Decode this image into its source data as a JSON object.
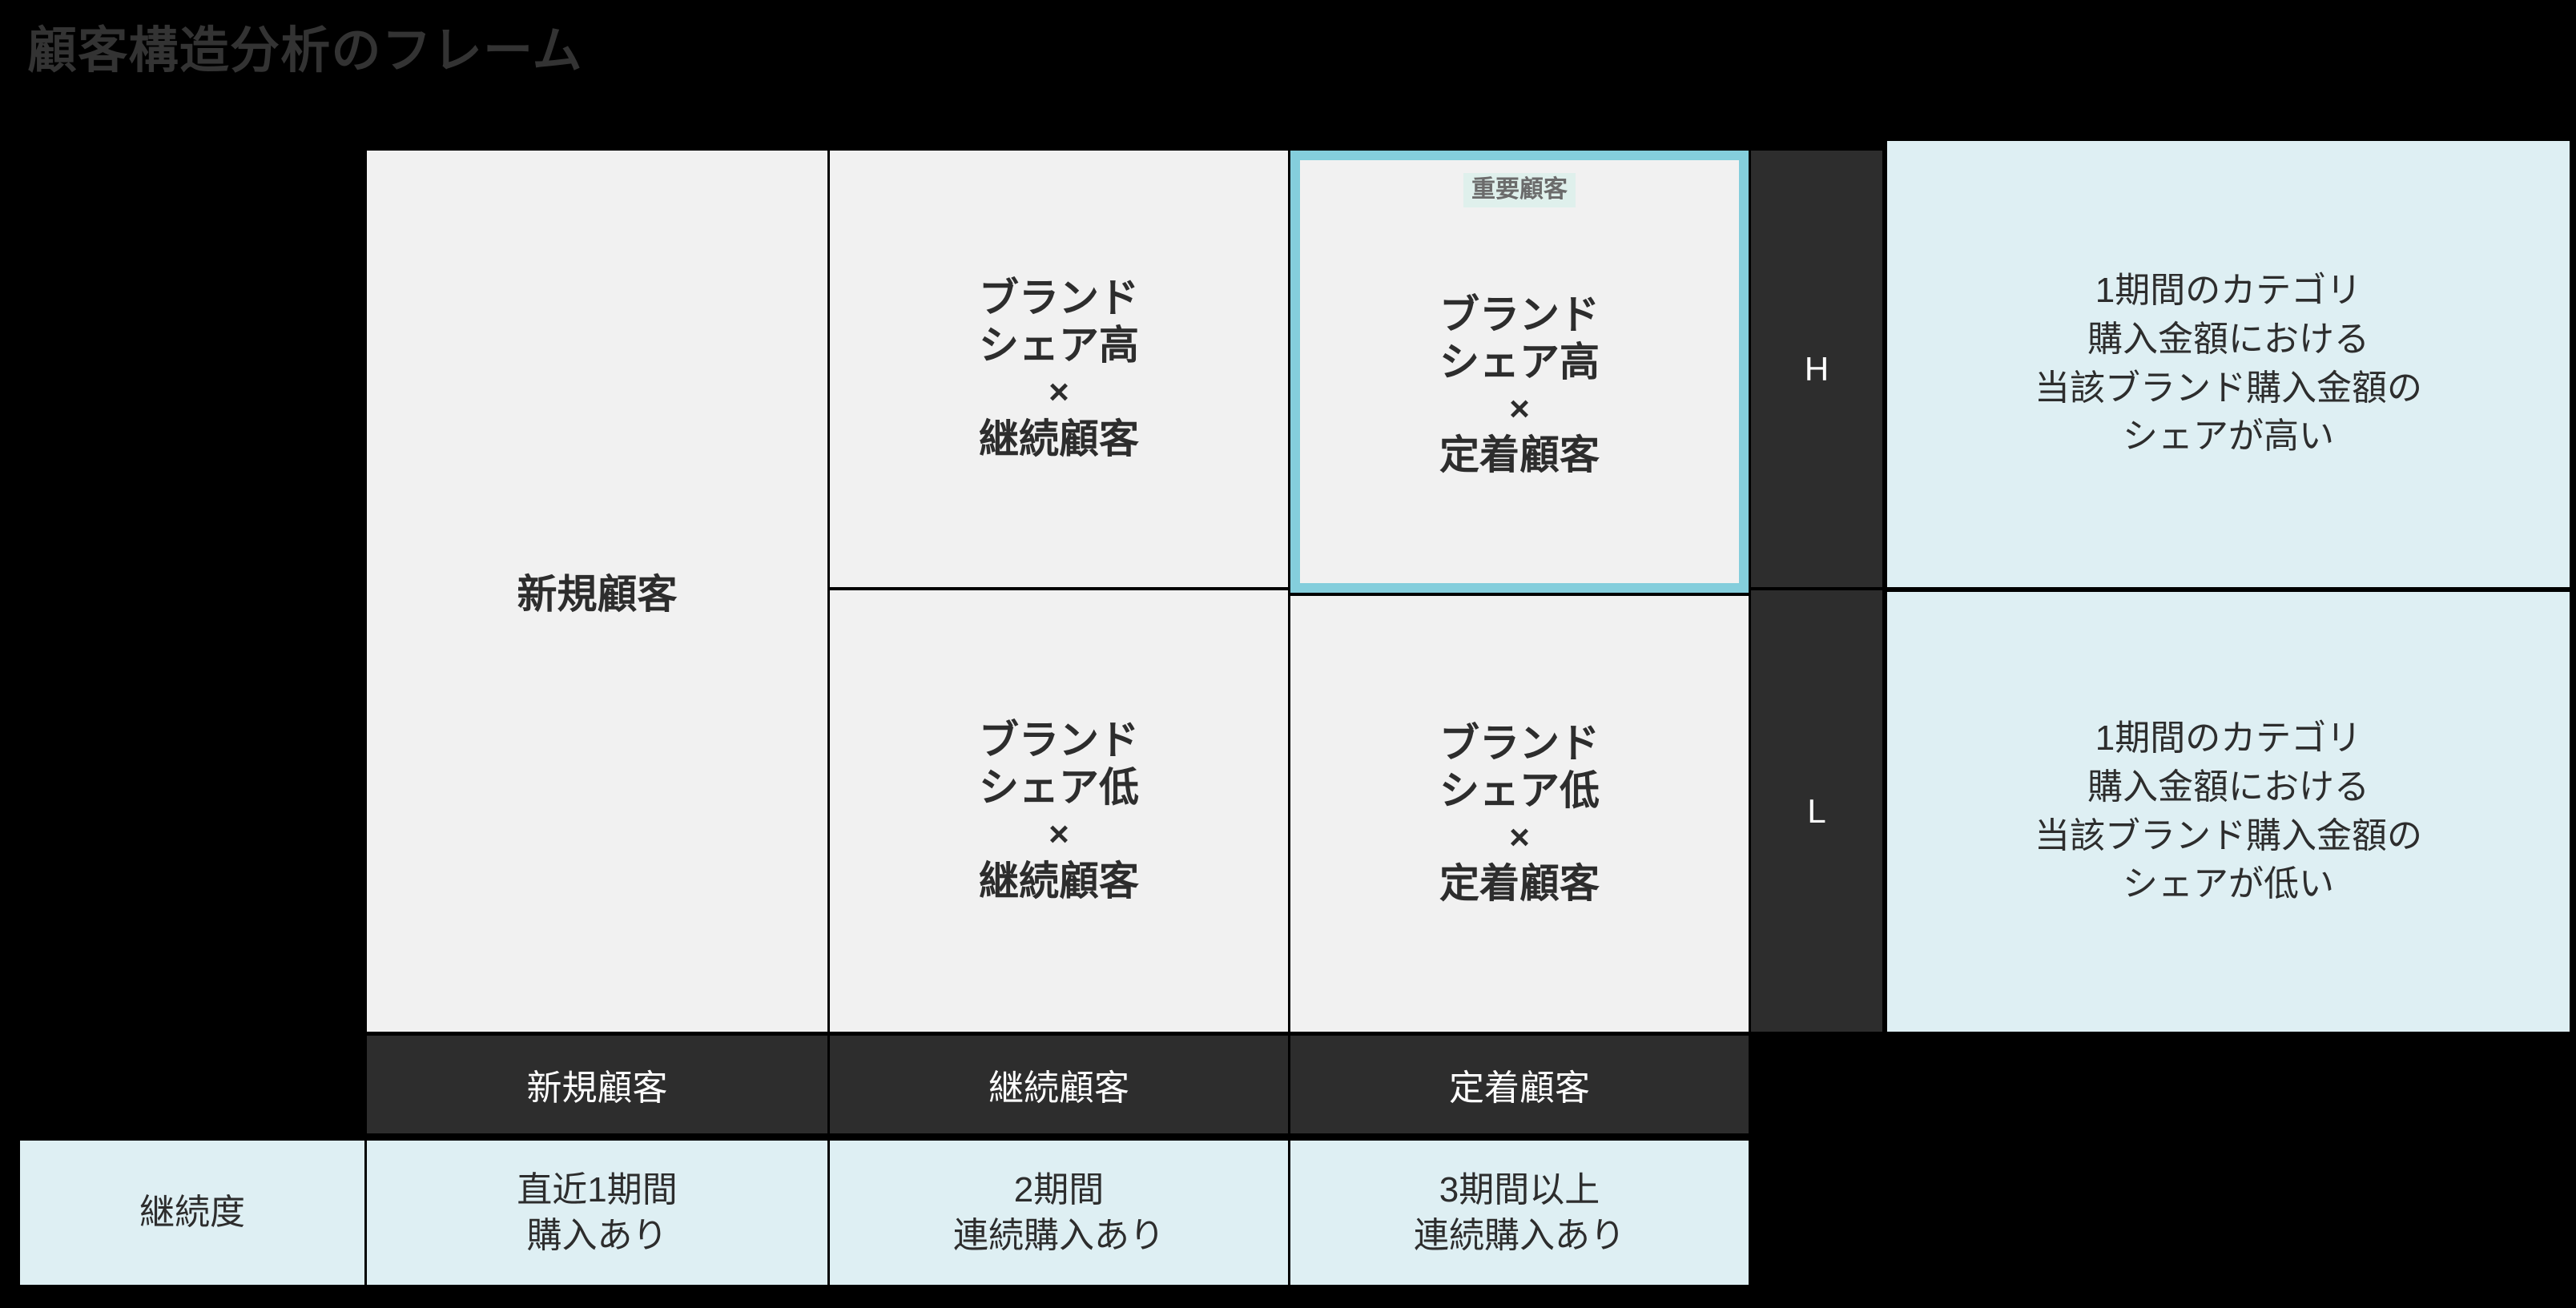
{
  "title": "顧客構造分析のフレーム",
  "colors": {
    "background": "#000000",
    "cell": "#F1F1F1",
    "dark": "#2D2D2D",
    "info_panel": "#DEEFF3",
    "highlight_border": "#84CEDC",
    "badge_bg": "#DFF0EC",
    "badge_text": "#6B6B6B",
    "text": "#2D2D2D",
    "title_text": "#333333"
  },
  "matrix": {
    "new_customer_cell": "新規顧客",
    "cells": {
      "high_continuing": {
        "l1": "ブランド",
        "l2": "シェア高",
        "times": "×",
        "l3": "継続顧客"
      },
      "high_loyal": {
        "badge": "重要顧客",
        "l1": "ブランド",
        "l2": "シェア高",
        "times": "×",
        "l3": "定着顧客"
      },
      "low_continuing": {
        "l1": "ブランド",
        "l2": "シェア低",
        "times": "×",
        "l3": "継続顧客"
      },
      "low_loyal": {
        "l1": "ブランド",
        "l2": "シェア低",
        "times": "×",
        "l3": "定着顧客"
      }
    },
    "share_axis": {
      "high_label": "H",
      "low_label": "L"
    },
    "share_descriptions": {
      "high": {
        "l1": "1期間のカテゴリ",
        "l2": "購入金額における",
        "l3": "当該ブランド購入金額の",
        "l4": "シェアが高い"
      },
      "low": {
        "l1": "1期間のカテゴリ",
        "l2": "購入金額における",
        "l3": "当該ブランド購入金額の",
        "l4": "シェアが低い"
      }
    },
    "column_headers": [
      "新規顧客",
      "継続顧客",
      "定着顧客"
    ],
    "continuity_row": {
      "label": "継続度",
      "values": [
        {
          "l1": "直近1期間",
          "l2": "購入あり"
        },
        {
          "l1": "2期間",
          "l2": "連続購入あり"
        },
        {
          "l1": "3期間以上",
          "l2": "連続購入あり"
        }
      ]
    }
  }
}
